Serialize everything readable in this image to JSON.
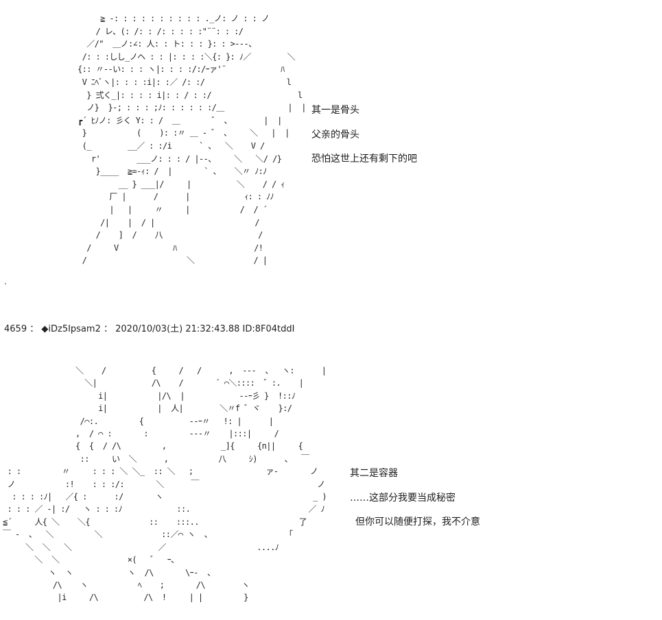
{
  "art_top": "             ≧ -: : : : : : : : : : ._ノ: ノ : : ノ\n            / レ、(: /: : /: : : : :\"¨¨: : :/\n          ／/\"  ＿ノ:∠: 人: : ト: : : }: : >‐‐-、\n         /: : :しし_ノヘ : : |: : : :＼{: }: ﾉ／        ＼\n        {:: 〃‐-い: : : ヽ|: : : :/:/ｰァ'¨            ﾊ\n         V ﾆﾍﾞヽ|: : : :i|: :／ /: :/                  l\n          } 弍く_|: : : : i|: : / : :/                   l\n          ノ}  }‐; : : : ;ﾉ: : : : : :/＿              |  |\n        ┏´ ﾋﾉノ: 彡く Y: : /  ＿       ゛ 、       |  |\n         }           (    ): :〃 ＿ ‐ ゛ 、    ＼   |  |\n         (_        __／ : :/i      ` 、  ＼    V /\n           r'        ___ノ: : : / |‐‐、    ＼   ＼/ /}\n            }____  ≧=‐ｨ: /  |       ` 、   ＼〃 ﾉ:ﾉ\n                 __ } ___|/     |          ＼    / / ｨ\n               厂 |      /      |            ｨ: : ﾉﾉ\n               |   |     〃     |           /  / ´\n             /|    |  / |                      /\n            /    ]  /    八                     /\n          /     V            ﾊ                 /!\n         /                      ＼             / |",
  "art_bottom": "                ＼    /          {     /   /      ,  ‐‐‐  、  ヽ:      |\n                  ＼|            /\\    /       ´ ⌒＼::::  ゛:.    |\n                     i|           |/\\  |            ‐‐ｰ彡 }  !::ﾉ\n                     i|           |  人|        ＼〃f ゛ヾ    }:/\n                 /⌒:.         {          ‐‐ｰ〃   !: |      |\n                ,  / ⌒ :       :         ‐‐‐〃    |:::|     /\n                {  {  / /\\         ,            _]{     {n||     {\n                 ::     い  ＼      ,           八     ｼ)      、  ￣\n : :         〃     : : : ＼ ＼_  :: ＼   ;                ァ‐       ノ\n ノ           :!    : : :/:       ＼      ￣                          ノ\n  : : : :ﾉ|   ／{ :      :/       ヽ                                 _ )\n : : : ／ -| :/   ヽ : : :ﾉ            ::.                          ／ ﾉ\n≦´     人{ ＼    ＼{             ::    :::..                      了\n￣ ‐  、  ＼         ＼             ::／⌒ ヽ  、                「\n     ＼  ＼   ＼                   ／                    ....ﾉ\n       ＼  ＼               ×(   ゛  ｰ、\n          ヽ  ヽ            ヽ  /\\       \\ｰ‐  、\n           /\\    ヽ           ﾍ    ;       /\\        ヽ\n            |i     /\\          /\\  !     | |         }",
  "top_lines": [
    "其一是骨头",
    "父亲的骨头",
    "恐怕这世上还有剩下的吧"
  ],
  "separator_dot": ".",
  "post_header": {
    "number": "4659",
    "sep1": " ：",
    "trip": "◆iDz5Ipsam2",
    "sep2": " ：",
    "datetime": "2020/10/03(土) 21:32:43.88",
    "id": " ID:8F04tddI"
  },
  "bottom_lines": [
    "其二是容器",
    "……这部分我要当成秘密",
    "但你可以随便打探，我不介意"
  ]
}
